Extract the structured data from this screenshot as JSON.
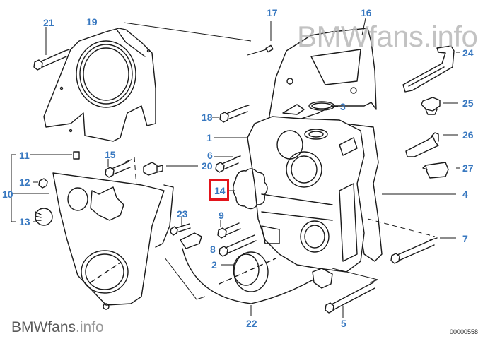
{
  "diagram": {
    "title": "Timing case / front cover exploded parts diagram",
    "drawing_code": "00000558",
    "highlighted_part": "14",
    "colors": {
      "label": "#3878c0",
      "highlight": "#e3141b",
      "line": "#1a1a1a"
    }
  },
  "watermark": {
    "top": "BMWfans.info",
    "bottom_brand": "BMWfans",
    "bottom_suffix": ".info"
  },
  "callouts": [
    {
      "id": "1",
      "text": "1"
    },
    {
      "id": "2",
      "text": "2"
    },
    {
      "id": "3",
      "text": "3"
    },
    {
      "id": "4",
      "text": "4"
    },
    {
      "id": "5",
      "text": "5"
    },
    {
      "id": "6",
      "text": "6"
    },
    {
      "id": "7",
      "text": "7"
    },
    {
      "id": "8",
      "text": "8"
    },
    {
      "id": "9",
      "text": "9"
    },
    {
      "id": "10",
      "text": "10"
    },
    {
      "id": "11",
      "text": "11"
    },
    {
      "id": "12",
      "text": "12"
    },
    {
      "id": "13",
      "text": "13"
    },
    {
      "id": "14",
      "text": "14"
    },
    {
      "id": "15",
      "text": "15"
    },
    {
      "id": "16",
      "text": "16"
    },
    {
      "id": "17",
      "text": "17"
    },
    {
      "id": "18",
      "text": "18"
    },
    {
      "id": "19",
      "text": "19"
    },
    {
      "id": "20",
      "text": "20"
    },
    {
      "id": "21",
      "text": "21"
    },
    {
      "id": "22",
      "text": "22"
    },
    {
      "id": "23",
      "text": "23"
    },
    {
      "id": "24",
      "text": "24"
    },
    {
      "id": "25",
      "text": "25"
    },
    {
      "id": "26",
      "text": "26"
    },
    {
      "id": "27",
      "text": "27"
    }
  ]
}
